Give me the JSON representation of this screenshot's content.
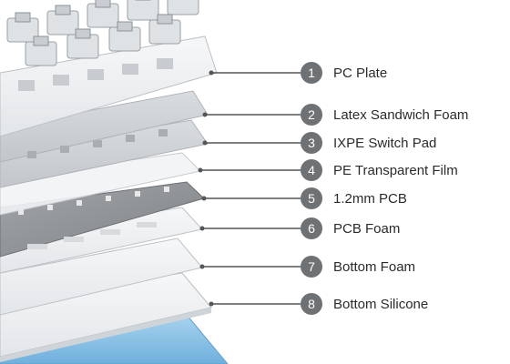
{
  "diagram": {
    "layers": [
      {
        "number": "1",
        "label": "PC Plate"
      },
      {
        "number": "2",
        "label": "Latex Sandwich Foam"
      },
      {
        "number": "3",
        "label": "IXPE Switch Pad"
      },
      {
        "number": "4",
        "label": "PE Transparent Film"
      },
      {
        "number": "5",
        "label": "1.2mm PCB"
      },
      {
        "number": "6",
        "label": "PCB Foam"
      },
      {
        "number": "7",
        "label": "Bottom Foam"
      },
      {
        "number": "8",
        "label": "Bottom Silicone"
      }
    ],
    "colors": {
      "badge": "#6f7275",
      "leader_line": "#555555",
      "pcb": "#8f9295",
      "case": "#8ec3e6",
      "white_layer": "#eef0f2",
      "gray_layer": "#cfd3d7"
    }
  }
}
